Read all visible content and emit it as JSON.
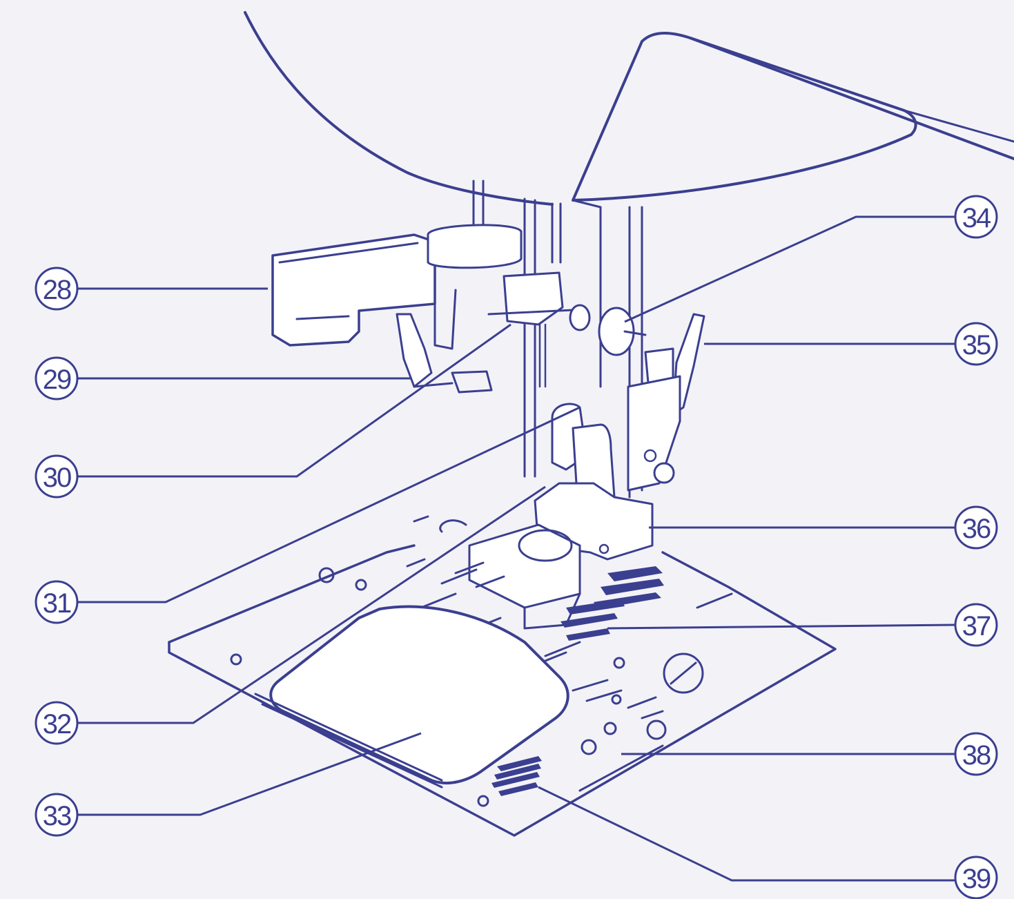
{
  "callouts": [
    {
      "id": "callout-28",
      "label": "28"
    },
    {
      "id": "callout-29",
      "label": "29"
    },
    {
      "id": "callout-30",
      "label": "30"
    },
    {
      "id": "callout-31",
      "label": "31"
    },
    {
      "id": "callout-32",
      "label": "32"
    },
    {
      "id": "callout-33",
      "label": "33"
    },
    {
      "id": "callout-34",
      "label": "34"
    },
    {
      "id": "callout-35",
      "label": "35"
    },
    {
      "id": "callout-36",
      "label": "36"
    },
    {
      "id": "callout-37",
      "label": "37"
    },
    {
      "id": "callout-38",
      "label": "38"
    },
    {
      "id": "callout-39",
      "label": "39"
    }
  ],
  "colors": {
    "ink": "#3b3f8f",
    "paper": "#f3f2f7"
  }
}
